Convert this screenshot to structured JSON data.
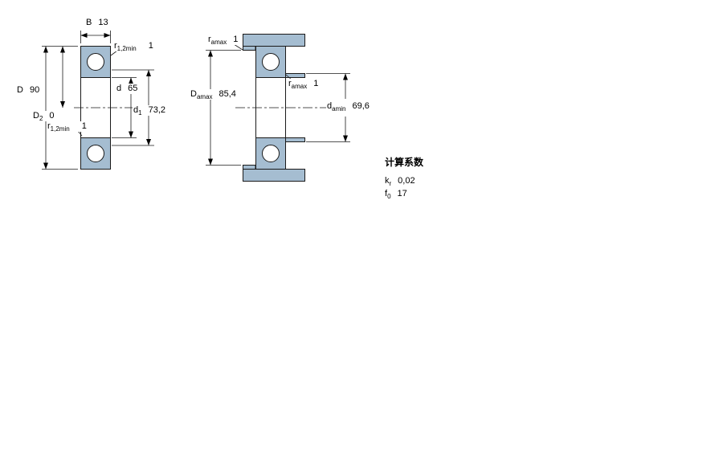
{
  "colors": {
    "ring": "#a5bdd1",
    "outline": "#1a1a1a"
  },
  "left_view": {
    "b": {
      "symbol": "B",
      "value": "13"
    },
    "r_top": {
      "symbol": "r",
      "sub": "1,2min",
      "value": "1"
    },
    "D": {
      "symbol": "D",
      "value": "90"
    },
    "d": {
      "symbol": "d",
      "value": "65"
    },
    "D2": {
      "symbol": "D",
      "sub": "2",
      "value": "0"
    },
    "d1": {
      "symbol": "d",
      "sub": "1",
      "value": "73,2"
    },
    "r_bottom": {
      "symbol": "r",
      "sub": "1,2min",
      "value": "1"
    }
  },
  "right_view": {
    "ra_top": {
      "symbol": "r",
      "sub": "amax",
      "value": "1"
    },
    "Da": {
      "symbol": "D",
      "sub": "amax",
      "value": "85,4"
    },
    "ra_mid": {
      "symbol": "r",
      "sub": "amax",
      "value": "1"
    },
    "da": {
      "symbol": "d",
      "sub": "amin",
      "value": "69,6"
    }
  },
  "calc_factors": {
    "title": "计算系数",
    "rows": [
      {
        "symbol": "k",
        "sub": "r",
        "value": "0,02"
      },
      {
        "symbol": "f",
        "sub": "0",
        "value": "17"
      }
    ]
  }
}
